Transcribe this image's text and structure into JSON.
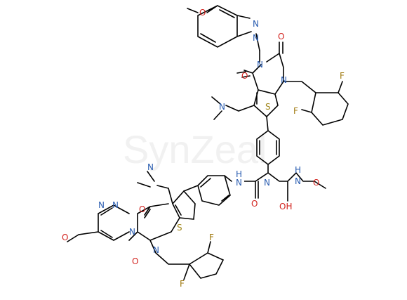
{
  "watermark": {
    "text": "SynZeal"
  },
  "colors": {
    "N": "#2a5db0",
    "O": "#d2231e",
    "F": "#a07a10",
    "S": "#a0861a"
  },
  "atoms": {
    "top": {
      "methoxy_O": "O",
      "pyridazine_N1": "N",
      "pyridazine_N2": "N",
      "ring_N3": "N",
      "carbonyl_O_right": "O",
      "carbonyl_O_left": "O",
      "ring_N1": "N",
      "dimethylamino_N": "N",
      "thiophene_S": "S",
      "fluoro_top": "F",
      "fluoro_bottom": "F"
    },
    "bottom": {
      "dimethylamino_N": "N",
      "methoxy_O": "O",
      "pyridazine_N1": "N",
      "pyridazine_N2": "N",
      "carbonyl_O_top": "O",
      "ring_N3": "N",
      "thiophene_S": "S",
      "carbonyl_O_bottom": "O",
      "ring_N1": "N",
      "fluoro_top": "F",
      "fluoro_bottom": "F"
    },
    "linker": {
      "NH_amide": "N",
      "H_amide": "H",
      "urea_N": "N",
      "urea_O": "O",
      "H_aminal": "H",
      "N_aminal": "N",
      "methoxy_O": "O",
      "hydroxyl": "OH"
    }
  }
}
